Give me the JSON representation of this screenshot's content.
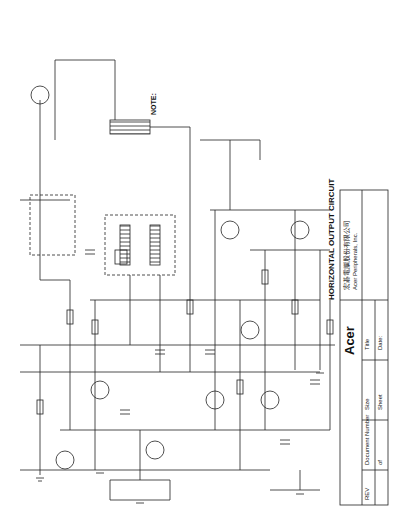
{
  "diagram": {
    "title": "HORIZONTAL OUTPUT CIRCUIT",
    "labels": [
      "Acer",
      "宏碁電腦股份有限公司",
      "Acer Peripherals, Inc.",
      "Title",
      "Size",
      "Document Number",
      "REV",
      "Date:",
      "Sheet",
      "of",
      "NOTE:"
    ]
  }
}
